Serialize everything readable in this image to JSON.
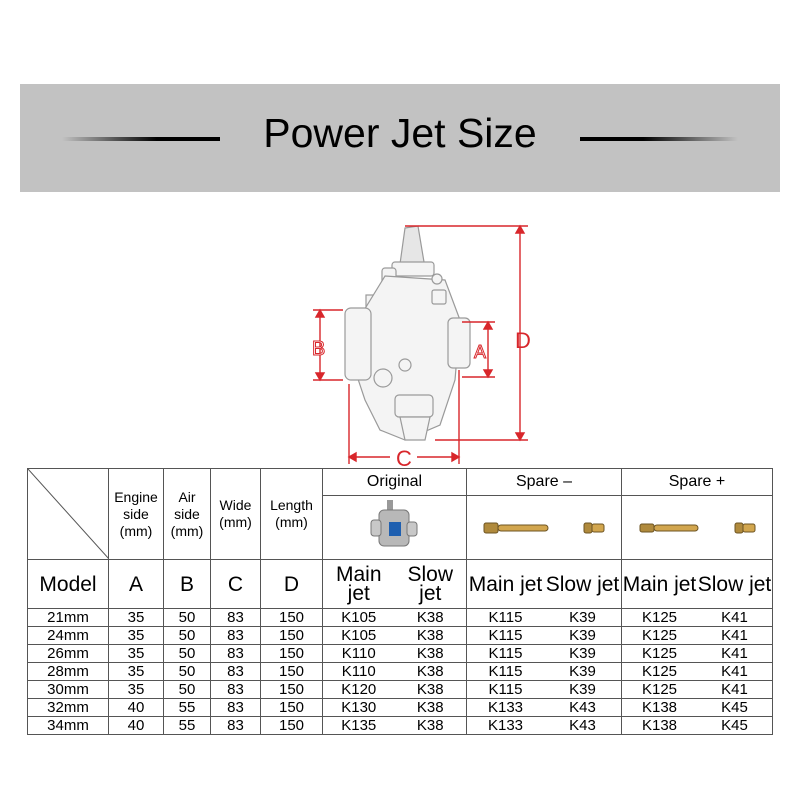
{
  "banner": {
    "title": "Power Jet Size"
  },
  "diagram": {
    "labels": {
      "a": "A",
      "b": "B",
      "c": "C",
      "d": "D"
    },
    "dimension_color": "#d8262b"
  },
  "table": {
    "headers": {
      "engine_side": "Engine side (mm)",
      "air_side": "Air side (mm)",
      "wide": "Wide (mm)",
      "length": "Length (mm)",
      "original": "Original",
      "spare_minus": "Spare –",
      "spare_plus": "Spare +"
    },
    "labels": {
      "model": "Model",
      "a": "A",
      "b": "B",
      "c": "C",
      "d": "D",
      "main_jet": "Main jet",
      "slow_jet": "Slow jet"
    },
    "rows": [
      {
        "model": "21mm",
        "a": "35",
        "b": "50",
        "c": "83",
        "d": "150",
        "orig_main": "K105",
        "orig_slow": "K38",
        "minus_main": "K115",
        "minus_slow": "K39",
        "plus_main": "K125",
        "plus_slow": "K41"
      },
      {
        "model": "24mm",
        "a": "35",
        "b": "50",
        "c": "83",
        "d": "150",
        "orig_main": "K105",
        "orig_slow": "K38",
        "minus_main": "K115",
        "minus_slow": "K39",
        "plus_main": "K125",
        "plus_slow": "K41"
      },
      {
        "model": "26mm",
        "a": "35",
        "b": "50",
        "c": "83",
        "d": "150",
        "orig_main": "K110",
        "orig_slow": "K38",
        "minus_main": "K115",
        "minus_slow": "K39",
        "plus_main": "K125",
        "plus_slow": "K41"
      },
      {
        "model": "28mm",
        "a": "35",
        "b": "50",
        "c": "83",
        "d": "150",
        "orig_main": "K110",
        "orig_slow": "K38",
        "minus_main": "K115",
        "minus_slow": "K39",
        "plus_main": "K125",
        "plus_slow": "K41"
      },
      {
        "model": "30mm",
        "a": "35",
        "b": "50",
        "c": "83",
        "d": "150",
        "orig_main": "K120",
        "orig_slow": "K38",
        "minus_main": "K115",
        "minus_slow": "K39",
        "plus_main": "K125",
        "plus_slow": "K41"
      },
      {
        "model": "32mm",
        "a": "40",
        "b": "55",
        "c": "83",
        "d": "150",
        "orig_main": "K130",
        "orig_slow": "K38",
        "minus_main": "K133",
        "minus_slow": "K43",
        "plus_main": "K138",
        "plus_slow": "K45"
      },
      {
        "model": "34mm",
        "a": "40",
        "b": "55",
        "c": "83",
        "d": "150",
        "orig_main": "K135",
        "orig_slow": "K38",
        "minus_main": "K133",
        "minus_slow": "K43",
        "plus_main": "K138",
        "plus_slow": "K45"
      }
    ]
  }
}
